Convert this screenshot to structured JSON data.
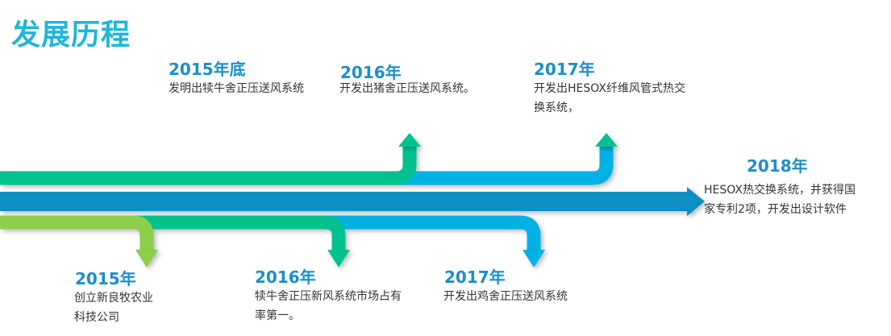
{
  "title": "发展历程",
  "colors": {
    "green": "#00c28f",
    "blue": "#00b1e6",
    "main": "#0a8fc4",
    "lime": "#8ccf4b"
  },
  "events": [
    {
      "year": "2015年底",
      "text": "发明出犊牛舍正压送风系统"
    },
    {
      "year": "2016年",
      "text": "开发出猪舍正压送风系统。"
    },
    {
      "year": "2017年",
      "text": "开发出HESOX纤维风管式热交换系统，"
    },
    {
      "year": "2018年",
      "text": "HESOX热交换系统，并获得国家专利2项，开发出设计软件"
    },
    {
      "year": "2015年",
      "text": "创立新良牧农业科技公司"
    },
    {
      "year": "2016年",
      "text": "犊牛舍正压新风系统市场占有率第一。"
    },
    {
      "year": "2017年",
      "text": "开发出鸡舍正压送风系统"
    }
  ]
}
